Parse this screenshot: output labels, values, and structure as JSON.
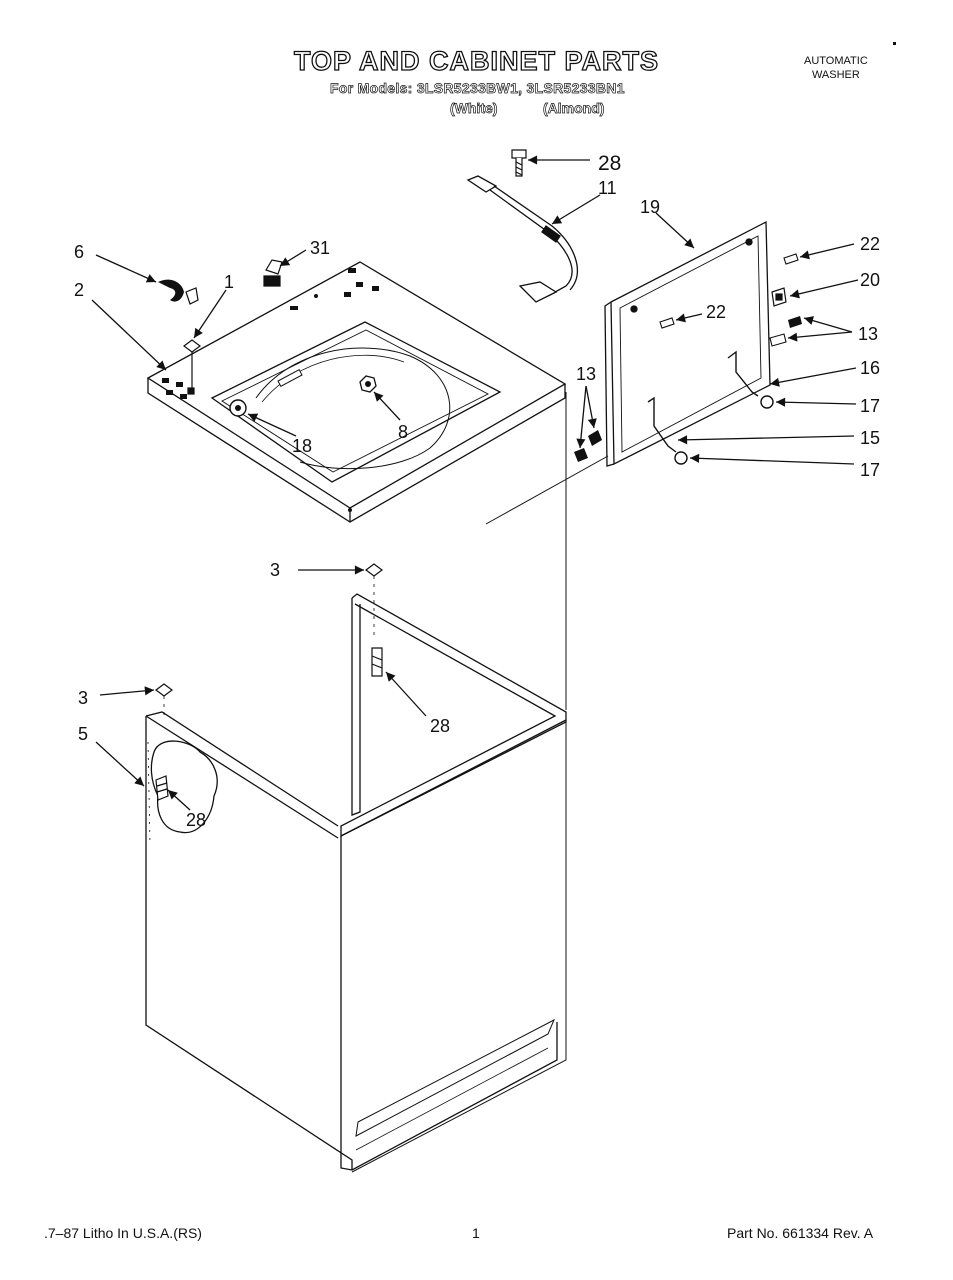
{
  "header": {
    "title": "TOP AND CABINET PARTS",
    "models_line": "For Models: 3LSR5233BW1, 3LSR5233BN1",
    "color_white": "(White)",
    "color_almond": "(Almond)",
    "product_type_line1": "AUTOMATIC",
    "product_type_line2": "WASHER"
  },
  "callouts": {
    "c28_top": "28",
    "c11": "11",
    "c19": "19",
    "c6": "6",
    "c31": "31",
    "c1": "1",
    "c2": "2",
    "c22_right": "22",
    "c20": "20",
    "c22_inner": "22",
    "c13_right": "13",
    "c13_left": "13",
    "c16": "16",
    "c17_upper": "17",
    "c15": "15",
    "c17_lower": "17",
    "c18": "18",
    "c8": "8",
    "c3_upper": "3",
    "c28_mid": "28",
    "c3_lower": "3",
    "c5": "5",
    "c28_lower": "28"
  },
  "footer": {
    "litho": ".7–87 Litho In U.S.A.(RS)",
    "page_number": "1",
    "part_number": "Part No. 661334 Rev. A"
  }
}
